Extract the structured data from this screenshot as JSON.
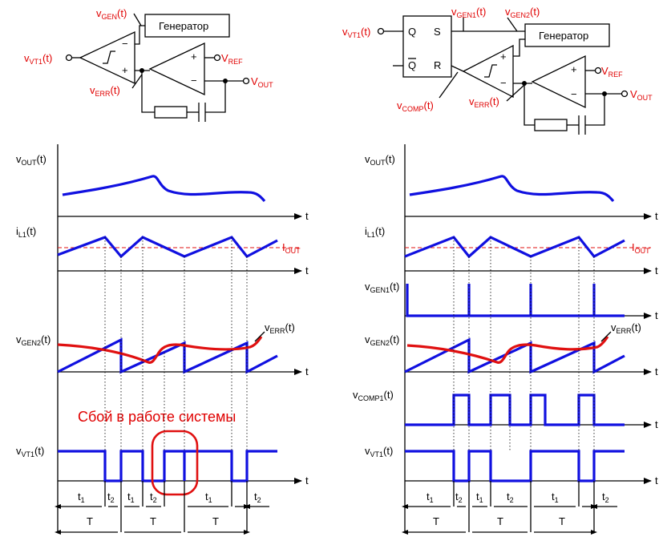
{
  "left": {
    "circuit": {
      "generator": "Генератор",
      "v_gen": "v",
      "v_gen_sub": "GEN",
      "v_gen_t": "(t)",
      "v_vt1": "v",
      "v_vt1_sub": "VT1",
      "v_vt1_t": "(t)",
      "v_err": "v",
      "v_err_sub": "ERR",
      "v_err_t": "(t)",
      "v_ref": "V",
      "v_ref_sub": "REF",
      "v_out": "V",
      "v_out_sub": "OUT"
    },
    "plots": {
      "vout": {
        "main": "v",
        "sub": "OUT",
        "tail": "(t)"
      },
      "il1": {
        "main": "i",
        "sub": "L1",
        "tail": "(t)"
      },
      "iout": {
        "main": "I",
        "sub": "OUT"
      },
      "vgen2": {
        "main": "v",
        "sub": "GEN2",
        "tail": "(t)"
      },
      "verr": {
        "main": "v",
        "sub": "ERR",
        "tail": "(t)"
      },
      "vvt1": {
        "main": "v",
        "sub": "VT1",
        "tail": "(t)"
      },
      "t": "t"
    },
    "failure_note": "Сбой в работе системы",
    "timing": {
      "t1": "t",
      "t1_sub": "1",
      "t2": "t",
      "t2_sub": "2",
      "T": "T"
    }
  },
  "right": {
    "circuit": {
      "generator": "Генератор",
      "q": "Q",
      "qbar": "Q",
      "s": "S",
      "r": "R",
      "v_vt1": "v",
      "v_vt1_sub": "VT1",
      "v_vt1_t": "(t)",
      "v_gen1": "v",
      "v_gen1_sub": "GEN1",
      "v_gen1_t": "(t)",
      "v_gen2": "v",
      "v_gen2_sub": "GEN2",
      "v_gen2_t": "(t)",
      "v_comp": "v",
      "v_comp_sub": "COMP",
      "v_comp_t": "(t)",
      "v_err": "v",
      "v_err_sub": "ERR",
      "v_err_t": "(t)",
      "v_ref": "V",
      "v_ref_sub": "REF",
      "v_out": "V",
      "v_out_sub": "OUT"
    },
    "plots": {
      "vout": {
        "main": "v",
        "sub": "OUT",
        "tail": "(t)"
      },
      "il1": {
        "main": "i",
        "sub": "L1",
        "tail": "(t)"
      },
      "iout": {
        "main": "I",
        "sub": "OUT"
      },
      "vgen1": {
        "main": "v",
        "sub": "GEN1",
        "tail": "(t)"
      },
      "vgen2": {
        "main": "v",
        "sub": "GEN2",
        "tail": "(t)"
      },
      "verr": {
        "main": "v",
        "sub": "ERR",
        "tail": "(t)"
      },
      "vcomp1": {
        "main": "v",
        "sub": "COMP1",
        "tail": "(t)"
      },
      "vvt1": {
        "main": "v",
        "sub": "VT1",
        "tail": "(t)"
      },
      "t": "t"
    },
    "timing": {
      "t1": "t",
      "t1_sub": "1",
      "t2": "t",
      "t2_sub": "2",
      "T": "T"
    }
  },
  "colors": {
    "signal": "#1010e0",
    "error": "#e01010",
    "label_red": "#e00000"
  }
}
